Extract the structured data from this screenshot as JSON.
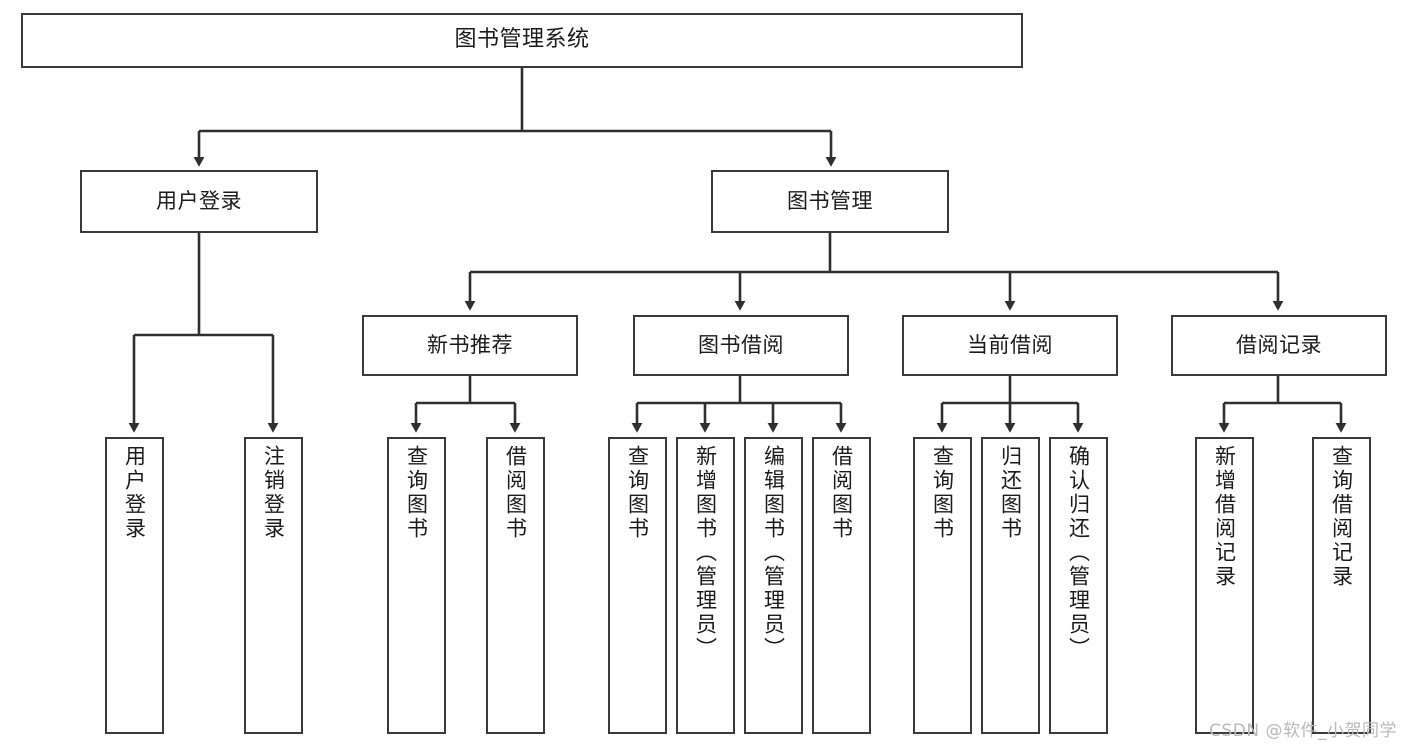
{
  "diagram": {
    "title": "图书管理系统",
    "watermark": "CSDN @软件_小贺同学",
    "colors": {
      "box_border": "#3a3a3a",
      "connector": "#2f2f2f",
      "background": "#ffffff",
      "text": "#1b1b1b",
      "watermark": "#b9b9b9"
    },
    "root": {
      "label": "图书管理系统"
    },
    "level2": [
      {
        "label": "用户登录"
      },
      {
        "label": "图书管理"
      }
    ],
    "level3": [
      {
        "label": "新书推荐"
      },
      {
        "label": "图书借阅"
      },
      {
        "label": "当前借阅"
      },
      {
        "label": "借阅记录"
      }
    ],
    "leaves": {
      "user_login": [
        {
          "label": "用户登录"
        },
        {
          "label": "注销登录"
        }
      ],
      "new_book": [
        {
          "label": "查询图书"
        },
        {
          "label": "借阅图书"
        }
      ],
      "book_borrow": [
        {
          "label": "查询图书"
        },
        {
          "label": "新增图书（管理员）"
        },
        {
          "label": "编辑图书（管理员）"
        },
        {
          "label": "借阅图书"
        }
      ],
      "current_borrow": [
        {
          "label": "查询图书"
        },
        {
          "label": "归还图书"
        },
        {
          "label": "确认归还（管理员）"
        }
      ],
      "borrow_record": [
        {
          "label": "新增借阅记录"
        },
        {
          "label": "查询借阅记录"
        }
      ]
    }
  }
}
